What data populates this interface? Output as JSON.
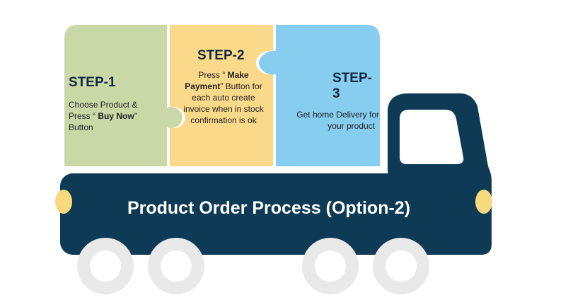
{
  "steps": [
    {
      "title": "STEP-1",
      "line1": "Choose  Product &",
      "line2_pre": "Press “ ",
      "line2_bold": "Buy Now",
      "line2_post": "”",
      "line3": "Button",
      "color": "#cad8a8"
    },
    {
      "title": "STEP-2",
      "line1_pre": "Press  “ ",
      "line1_bold": "Make",
      "line2_bold": "Payment",
      "line2_post": "” Button for",
      "line3": "each auto create",
      "line4": "invoice  when in stock",
      "line5": "confirmation is ok",
      "color": "#fbd98a"
    },
    {
      "title": "STEP-3",
      "line1": "Get home Delivery for",
      "line2": "your product",
      "color": "#86cdf0"
    }
  ],
  "truck": {
    "title": "Product Order Process (Option-2)",
    "body_color": "#0f3a56",
    "light_color": "#f8da7e",
    "wheel_color": "#e9e9e9"
  }
}
